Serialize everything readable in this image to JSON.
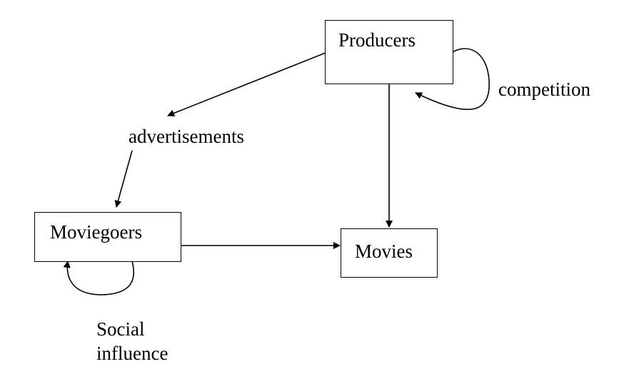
{
  "nodes": {
    "producers": "Producers",
    "moviegoers": "Moviegoers",
    "movies": "Movies"
  },
  "edges": {
    "advertisements": "advertisements",
    "competition": "competition",
    "social_influence_line1": "Social",
    "social_influence_line2": "influence"
  }
}
